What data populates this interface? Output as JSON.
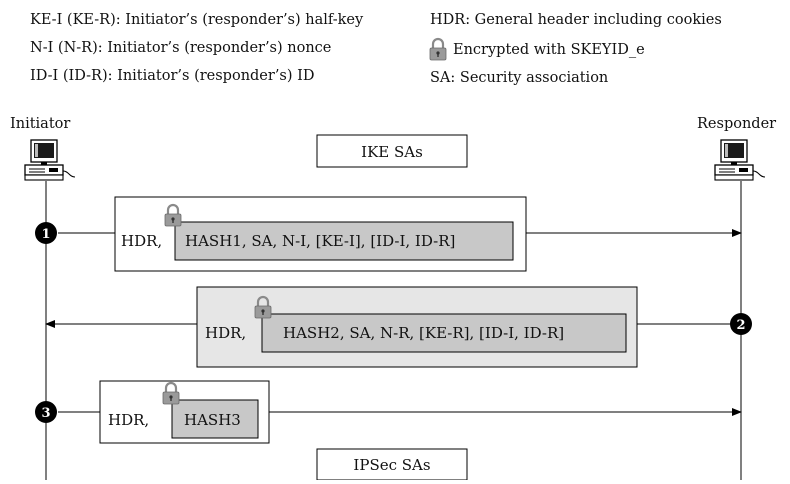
{
  "legend": {
    "left": [
      "KE-I (KE-R): Initiator’s (responder’s) half-key",
      "N-I (N-R): Initiator’s (responder’s) nonce",
      "ID-I (ID-R): Initiator’s (responder’s) ID"
    ],
    "right": [
      "HDR: General header including cookies",
      "Encrypted with SKEYID_e",
      "SA: Security association"
    ]
  },
  "actors": {
    "initiator": "Initiator",
    "responder": "Responder"
  },
  "phases": {
    "ike": "IKE SAs",
    "ipsec": "IPSec SAs"
  },
  "messages": [
    {
      "step": "1",
      "hdr": "HDR,",
      "payload": "HASH1, SA, N-I, [KE-I], [ID-I, ID-R]"
    },
    {
      "step": "2",
      "hdr": "HDR,",
      "payload": "HASH2, SA, N-R, [KE-R], [ID-I, ID-R]"
    },
    {
      "step": "3",
      "hdr": "HDR,",
      "payload": "HASH3"
    }
  ],
  "colors": {
    "line": "#000000",
    "encrypted_fill": "#c8c8c8",
    "highlight_fill": "#e6e6e6",
    "lock": "#9a9a9a"
  }
}
